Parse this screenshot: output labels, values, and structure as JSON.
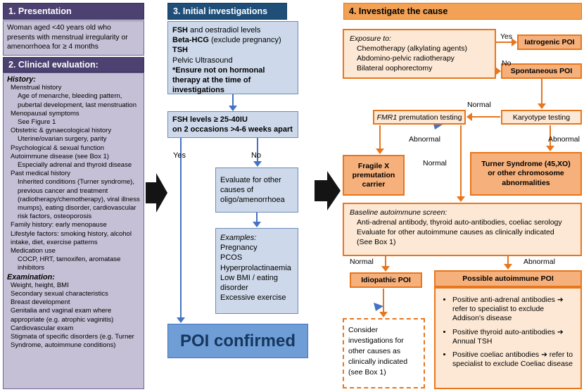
{
  "colors": {
    "purple_header": "#4c4170",
    "purple_box": "#c6c0d6",
    "blue_header": "#1f4e79",
    "blue_box": "#cdd9ea",
    "poi_banner_bg": "#6f9ed6",
    "poi_banner_text": "#17365d",
    "blue_arrow": "#4472c4",
    "orange_header": "#f2a155",
    "orange_box_light": "#fce8d5",
    "orange_box_mid": "#f5b07b",
    "orange_border": "#e8761d",
    "black_arrow": "#141414"
  },
  "presentation": {
    "title": "1. Presentation",
    "body": "Woman aged <40 years old who presents with menstrual irregularity or amenorrhoea for ≥ 4 months"
  },
  "clinical": {
    "title": "2. Clinical evaluation:",
    "lines": [
      {
        "text": "History:",
        "cls": "h"
      },
      {
        "text": "Menstrual history"
      },
      {
        "text": "Age of menarche, bleeding pattern, pubertal development, last menstruation",
        "cls": "ind"
      },
      {
        "text": "Menopausal symptoms"
      },
      {
        "text": "See Figure 1",
        "cls": "ind"
      },
      {
        "text": "Obstetric & gynaecological history"
      },
      {
        "text": "Uterine/ovarian surgery, parity",
        "cls": "ind"
      },
      {
        "text": "Psychological & sexual function"
      },
      {
        "text": "Autoimmune disease (see Box 1)"
      },
      {
        "text": "Especially adrenal and thyroid disease",
        "cls": "ind"
      },
      {
        "text": "Past medical history"
      },
      {
        "text": "Inherited conditions (Turner syndrome), previous cancer and treatment (radiotherapy/chemotherapy), viral illness mumps), eating disorder, cardiovascular risk factors, osteoporosis",
        "cls": "ind"
      },
      {
        "text": "Family history: early menopause"
      },
      {
        "text": "Lifestyle factors: smoking history, alcohol intake, diet, exercise patterns"
      },
      {
        "text": "Medication use"
      },
      {
        "text": "COCP, HRT, tamoxifen, aromatase inhibitors",
        "cls": "ind"
      },
      {
        "text": "Examination:",
        "cls": "h"
      },
      {
        "text": "Weight, height, BMI"
      },
      {
        "text": "Secondary sexual characteristics"
      },
      {
        "text": "Breast development"
      },
      {
        "text": "Genitalia and vaginal exam where appropriate (e.g. atrophic vaginitis)"
      },
      {
        "text": "Cardiovascular exam"
      },
      {
        "text": "Stigmata of specific disorders (e.g. Turner Syndrome, autoimmune conditions)"
      }
    ]
  },
  "investigations": {
    "title": "3. Initial investigations",
    "initial_lines": [
      {
        "segments": [
          {
            "text": "FSH",
            "bold": true
          },
          {
            "text": " and oestradiol levels"
          }
        ]
      },
      {
        "segments": [
          {
            "text": "Beta-HCG",
            "bold": true
          },
          {
            "text": " (exclude pregnancy)"
          }
        ]
      },
      {
        "segments": [
          {
            "text": "TSH",
            "bold": true
          }
        ]
      },
      {
        "segments": [
          {
            "text": "Pelvic Ultrasound"
          }
        ]
      },
      {
        "segments": [
          {
            "text": "*Ensure not on hormonal therapy at the time of investigations",
            "bold": true
          }
        ]
      }
    ],
    "fsh_lines": [
      "FSH levels ≥ 25-40IU",
      "on 2 occasions >4-6 weeks apart"
    ],
    "yes_label": "Yes",
    "no_label": "No",
    "evaluate_text": "Evaluate for other causes of oligo/amenorrhoea",
    "examples_lines": [
      {
        "text": "Examples:",
        "cls": "i"
      },
      {
        "text": "Pregnancy"
      },
      {
        "text": "PCOS"
      },
      {
        "text": "Hyperprolactinaemia"
      },
      {
        "text": "Low BMI / eating disorder"
      },
      {
        "text": "Excessive exercise"
      }
    ],
    "poi_confirmed": "POI confirmed"
  },
  "cause": {
    "title": "4. Investigate the cause",
    "exposure_lines": [
      {
        "text": "Exposure to:",
        "cls": "i"
      },
      {
        "text": "Chemotherapy (alkylating agents)",
        "cls": "ind1"
      },
      {
        "text": "Abdomino-pelvic radiotherapy",
        "cls": "ind1"
      },
      {
        "text": "Bilateral oophorectomy",
        "cls": "ind1"
      }
    ],
    "yes_label": "Yes",
    "no_label": "No",
    "iatrogenic_poi": "Iatrogenic POI",
    "spontaneous_poi": "Spontaneous POI",
    "karyotype_testing": "Karyotype testing",
    "karyotype_normal_label": "Normal",
    "karyotype_abnormal_label": "Abnormal",
    "fmr1_segments": [
      {
        "text": "FMR1",
        "italic": true
      },
      {
        "text": " premutation testing"
      }
    ],
    "fmr1_abnormal_label": "Abnormal",
    "fmr1_normal_label": "Normal",
    "fragile_x": "Fragile X premutation carrier",
    "turner": "Turner Syndrome (45,XO) or other chromosome abnormalities",
    "baseline_lines": [
      {
        "text": "Baseline autoimmune screen:",
        "cls": "i"
      },
      {
        "text": "Anti-adrenal antibody, thyroid auto-antibodies, coeliac serology",
        "cls": "ind1"
      },
      {
        "text": "Evaluate for other autoimmune causes as clinically indicated",
        "cls": "ind1"
      },
      {
        "text": "(See Box 1)",
        "cls": "ind1"
      }
    ],
    "screen_normal_label": "Normal",
    "screen_abnormal_label": "Abnormal",
    "idiopathic_poi": "Idiopathic POI",
    "possible_autoimmune_poi": "Possible autoimmune POI",
    "autoimmune_bullets": [
      "Positive anti-adrenal antibodies ➔ refer to specialist to exclude Addison's disease",
      "Positive thyroid auto-antibodies ➔ Annual TSH",
      "Positive coeliac antibodies ➔ refer to specialist to exclude Coeliac disease"
    ],
    "consider_text": "Consider investigations for other causes as clinically indicated (see Box 1)"
  }
}
